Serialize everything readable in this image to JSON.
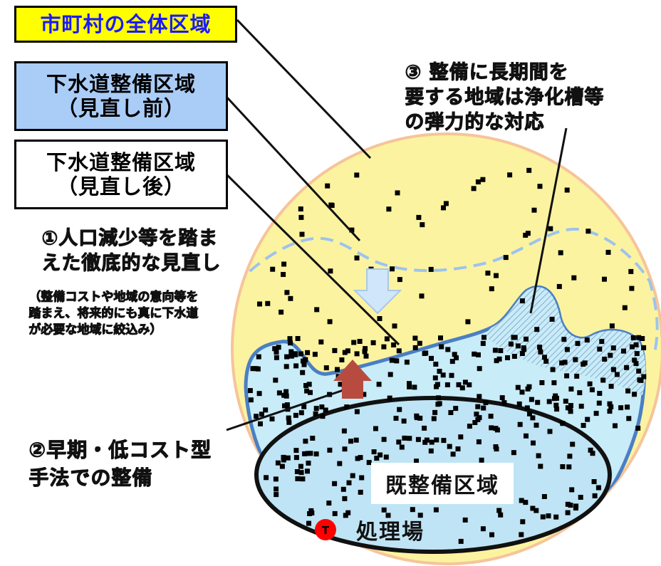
{
  "legend": {
    "city_area": "市町村の全体区域",
    "sewer_before_line1": "下水道整備区域",
    "sewer_before_line2": "（見直し前）",
    "sewer_after_line1": "下水道整備区域",
    "sewer_after_line2": "（見直し後）"
  },
  "callout1": {
    "line1": "①人口減少等を踏ま",
    "line2": "えた徹底的な見直し",
    "sub1": "（整備コストや地域の意向等を",
    "sub2": "踏まえ、将来的にも真に下水道",
    "sub3": "が必要な地域に絞込み）"
  },
  "callout2": {
    "line1": "②早期・低コスト型",
    "line2": "手法での整備"
  },
  "callout3": {
    "line1": "③ 整備に長期間を",
    "line2": "要する地域は浄化槽等",
    "line3": "の弾力的な対応"
  },
  "areas": {
    "existing": "既整備区域",
    "plant": "処理場",
    "plant_marker": "T"
  },
  "colors": {
    "city": "#fcf3a0",
    "city_border": "#f6c49a",
    "sewer_area": "#c8ecf8",
    "sewer_border": "#4a7fc4",
    "dashed_line": "#9dc3ee",
    "down_arrow": "#cfe6fb",
    "up_arrow": "#b84b40",
    "plant_marker": "#ff0000"
  }
}
